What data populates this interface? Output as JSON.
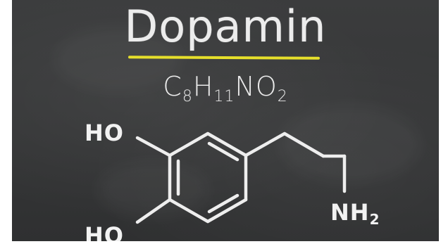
{
  "molecule": {
    "title": "Dopamin",
    "formula": {
      "parts": [
        {
          "text": "C",
          "sub": "8"
        },
        {
          "text": "H",
          "sub": "11"
        },
        {
          "text": "NO",
          "sub": "2"
        }
      ]
    },
    "groups": {
      "hydroxyl_top": "HO",
      "hydroxyl_bottom": "HO",
      "amine_main": "NH",
      "amine_sub": "2"
    }
  },
  "colors": {
    "chalkboard": "#363738",
    "chalk": "#ececec",
    "underline": "#e6df2b"
  }
}
